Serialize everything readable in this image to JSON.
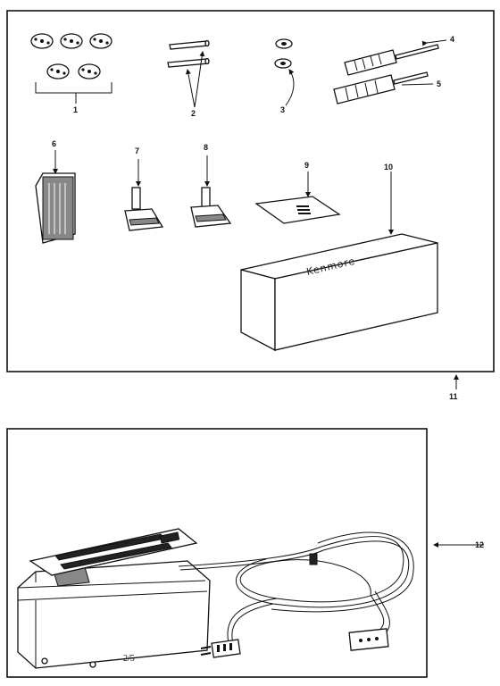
{
  "callouts": [
    "1",
    "2",
    "3",
    "4",
    "5",
    "6",
    "7",
    "8",
    "9",
    "10",
    "11",
    "12"
  ],
  "brand_text": "Kenmore",
  "page_mark": "2/5",
  "icons": [
    "bobbin-set-icon",
    "spool-pin-icon",
    "felt-washer-icon",
    "screwdriver-icon",
    "needle-pack-icon",
    "presser-foot-icon",
    "throat-plate-icon",
    "accessory-box-icon",
    "foot-control-icon",
    "power-cord-icon"
  ]
}
